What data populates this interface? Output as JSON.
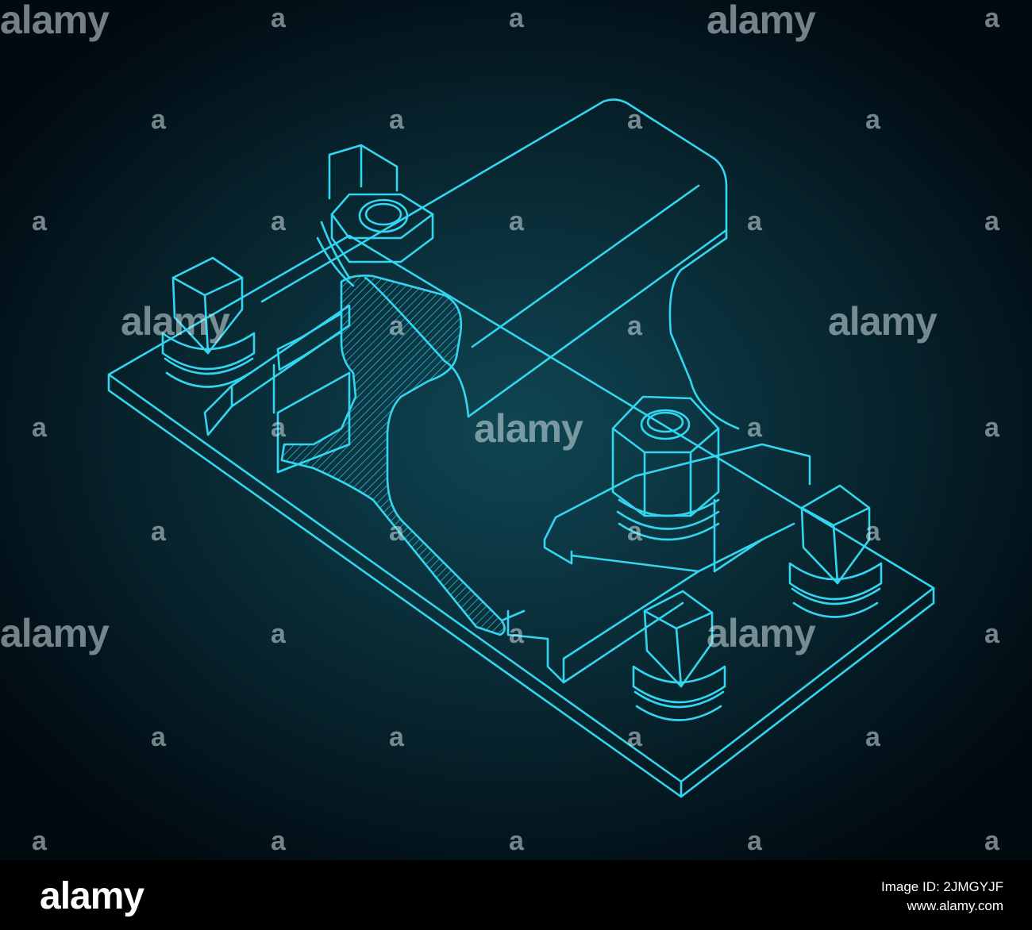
{
  "image": {
    "line_color": "#33d6f0",
    "hatch_color": "#33d6f0",
    "background_center": "#0f4652",
    "background_edge": "#010a0f"
  },
  "watermark": {
    "word": "alamy",
    "small_mark": "a"
  },
  "footer": {
    "logo": "alamy",
    "image_id_label": "Image ID: 2JMGYJF",
    "site": "www.alamy.com"
  }
}
